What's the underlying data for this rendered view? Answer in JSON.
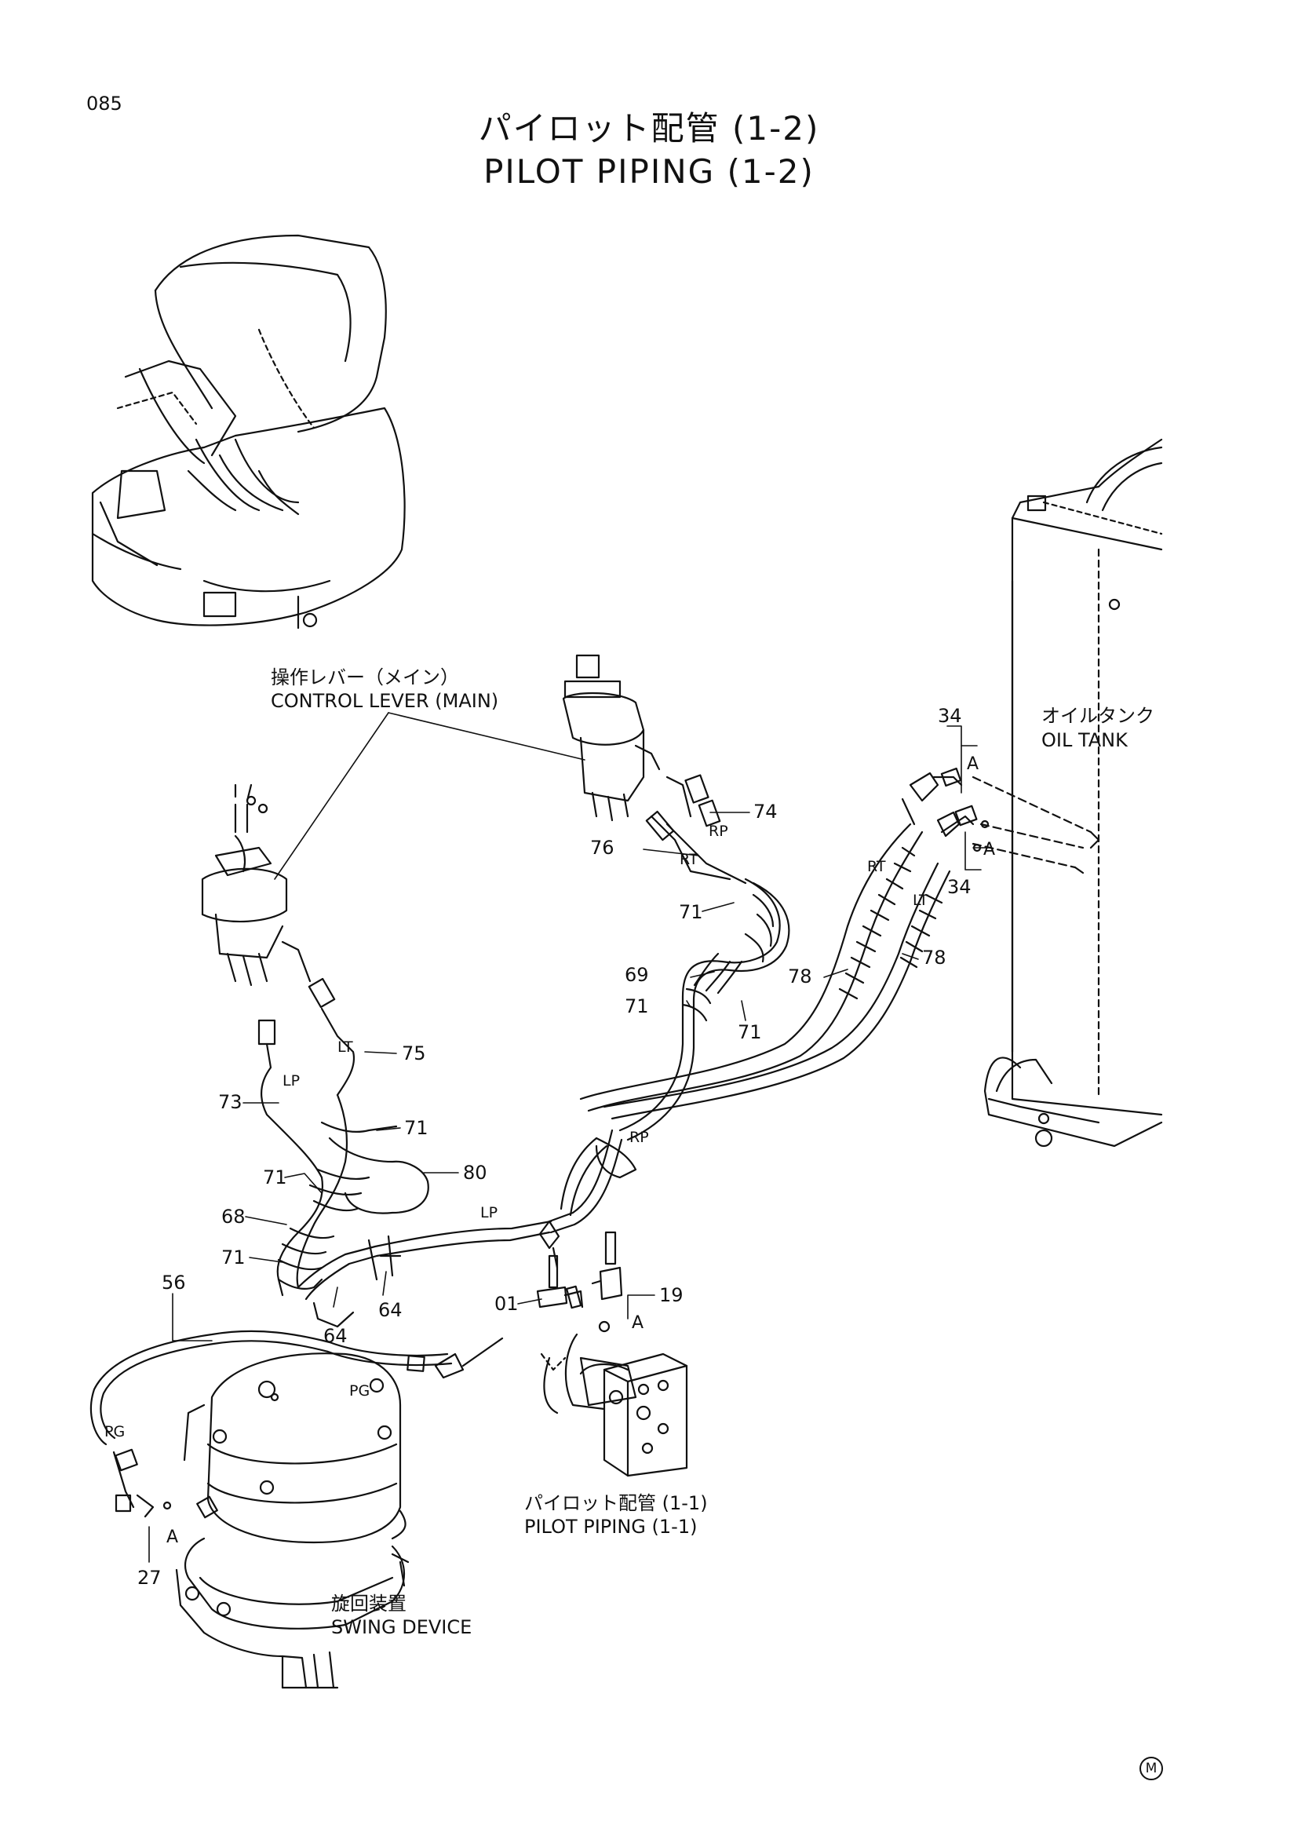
{
  "page_number": "085",
  "title": {
    "jp": "パイロット配管 (1-2)",
    "en": "PILOT PIPING (1-2)"
  },
  "captions": {
    "control_lever": {
      "jp": "操作レバー（メイン）",
      "en": "CONTROL LEVER (MAIN)"
    },
    "oil_tank": {
      "jp": "オイルタンク",
      "en": "OIL TANK"
    },
    "pilot_piping_1_1": {
      "jp": "パイロット配管 (1-1)",
      "en": "PILOT PIPING (1-1)"
    },
    "swing_device": {
      "jp": "旋回装置",
      "en": "SWING DEVICE"
    }
  },
  "part_numbers": [
    "34",
    "34",
    "74",
    "76",
    "71",
    "69",
    "71",
    "71",
    "78",
    "78",
    "75",
    "73",
    "71",
    "80",
    "71",
    "68",
    "71",
    "56",
    "64",
    "64",
    "01",
    "19",
    "27"
  ],
  "line_tags": [
    "RP",
    "RT",
    "RT",
    "LT",
    "LT",
    "LP",
    "RP",
    "LP",
    "PG",
    "PG"
  ],
  "connection_marks": [
    "A",
    "A",
    "A",
    "A"
  ],
  "corner_mark": "M"
}
